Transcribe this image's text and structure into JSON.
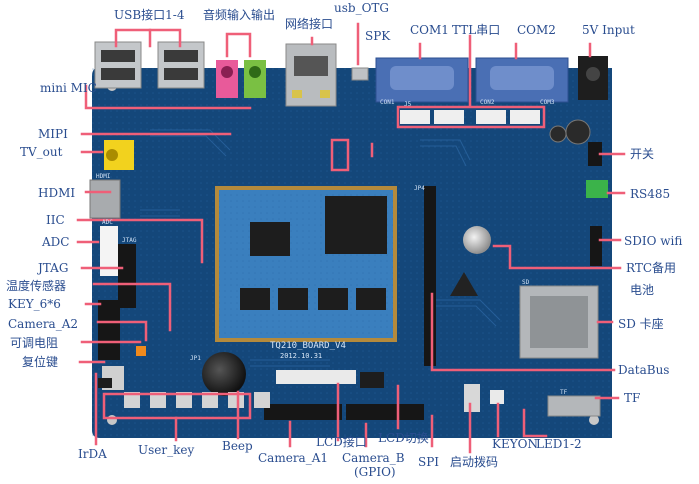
{
  "board": {
    "silkscreen_name": "TQ210_BOARD_V4",
    "silkscreen_date": "2012.10.31",
    "connector_marks": [
      "JTAG",
      "HDMI",
      "ADC",
      "SD",
      "TF",
      "J5",
      "JP1",
      "JP4",
      "CON1",
      "CON2",
      "COM3"
    ]
  },
  "colors": {
    "board": "#14477a",
    "board_dark": "#0d3560",
    "callout": "#ef5f78",
    "label_text": "#2a4d8f"
  },
  "labels": {
    "usb": "USB接口1-4",
    "audio": "音频输入输出",
    "network": "网络接口",
    "usb_otg": "usb_OTG",
    "spk": "SPK",
    "com1": "COM1",
    "ttl": "TTL串口",
    "com2": "COM2",
    "power": "5V Input",
    "mini_mic": "mini MIC",
    "mipi": "MIPI",
    "tv_out": "TV_out",
    "switch": "开关",
    "hdmi": "HDMI",
    "rs485": "RS485",
    "iic": "IIC",
    "sdio": "SDIO wifi",
    "adc": "ADC",
    "rtc": "RTC备用",
    "battery": "电池",
    "jtag": "JTAG",
    "temp": "温度传感器",
    "key": "KEY_6*6",
    "sd": "SD 卡座",
    "camera_a2": "Camera_A2",
    "pot": "可调电阻",
    "reset": "复位键",
    "databus": "DataBus",
    "tf": "TF",
    "irda": "IrDA",
    "user_key": "User_key",
    "beep": "Beep",
    "camera_a1": "Camera_A1",
    "lcd_conn": "LCD接口",
    "camera_b": "Camera_B",
    "gpio": "(GPIO)",
    "lcd_switch": "LCD切换",
    "spi": "SPI",
    "boot_switch": "启动拨码",
    "keyon": "KEYON",
    "led": "LED1-2"
  }
}
